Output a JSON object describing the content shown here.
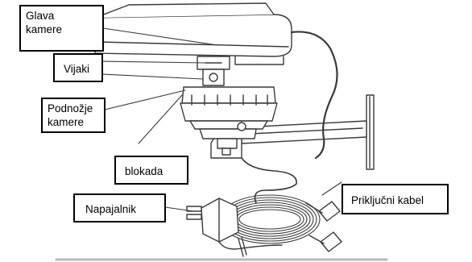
{
  "diagram": {
    "labels": {
      "head": "Glava\nkamere",
      "screws": "Vijaki",
      "base": "Podnožje\nkamere",
      "lock": "blokada",
      "cable": "Priključni kabel",
      "adapter": "Napajalnik"
    },
    "colors": {
      "line": "#3a3a3a",
      "label_border": "#000000",
      "background": "#ffffff",
      "floor": "#b8b8b8"
    }
  }
}
